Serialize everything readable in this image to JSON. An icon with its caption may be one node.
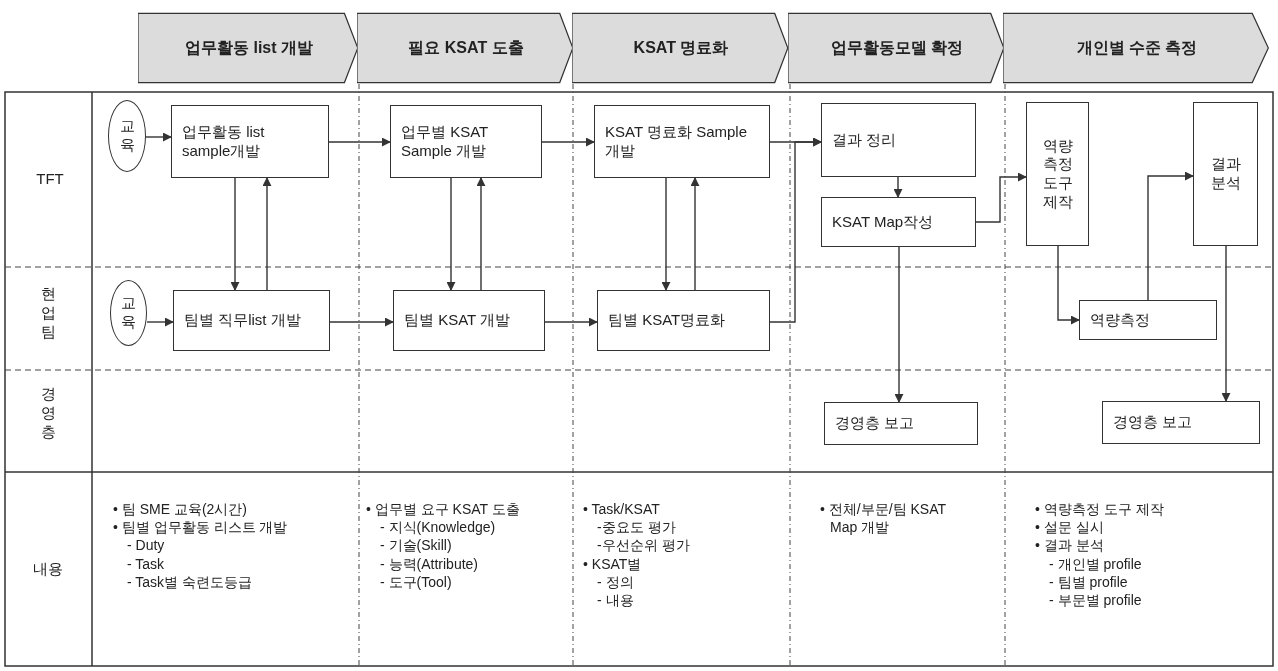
{
  "diagram": {
    "nodes": [
      {
        "text": [
          "업무활동 list 개발"
        ]
      },
      {
        "text": [
          "필요 KSAT 도출"
        ]
      },
      {
        "text": [
          "KSAT 명료화"
        ]
      },
      {
        "text": [
          "업무활동모델 확정"
        ]
      },
      {
        "text": [
          "개인별 수준 측정"
        ]
      },
      {
        "text": [
          "교육"
        ]
      },
      {
        "text": [
          "업무활동 list sample개발"
        ]
      },
      {
        "text": [
          "업무별 KSAT Sample 개발"
        ]
      },
      {
        "text": [
          "KSAT 명료화 Sample 개발"
        ]
      },
      {
        "text": [
          "결과 정리"
        ]
      },
      {
        "text": [
          "KSAT Map작성"
        ]
      },
      {
        "text": [
          "역량 측정 도구 제작"
        ]
      },
      {
        "text": [
          "결과 분석"
        ]
      },
      {
        "text": [
          "교육"
        ]
      },
      {
        "text": [
          "팀별 직무list 개발"
        ]
      },
      {
        "text": [
          "팀별 KSAT 개발"
        ]
      },
      {
        "text": [
          "팀별 KSAT명료화"
        ]
      },
      {
        "text": [
          "역량측정"
        ]
      },
      {
        "text": [
          "경영층 보고"
        ]
      },
      {
        "text": [
          "경영층 보고"
        ]
      }
    ],
    "edges": [
      {
        "from": 5,
        "to": 6,
        "arrow": "to"
      },
      {
        "from": 6,
        "to": 7,
        "arrow": "to"
      },
      {
        "from": 7,
        "to": 8,
        "arrow": "to"
      },
      {
        "from": 8,
        "to": 9,
        "arrow": "to"
      },
      {
        "from": 6,
        "to": 14,
        "arrow": "to"
      },
      {
        "from": 14,
        "to": 6,
        "arrow": "to"
      },
      {
        "from": 7,
        "to": 15,
        "arrow": "to"
      },
      {
        "from": 15,
        "to": 7,
        "arrow": "to"
      },
      {
        "from": 8,
        "to": 16,
        "arrow": "to"
      },
      {
        "from": 16,
        "to": 8,
        "arrow": "to"
      },
      {
        "from": 13,
        "to": 14,
        "arrow": "to"
      },
      {
        "from": 14,
        "to": 15,
        "arrow": "to"
      },
      {
        "from": 15,
        "to": 16,
        "arrow": "to"
      },
      {
        "from": 16,
        "to": 9,
        "arrow": "to"
      },
      {
        "from": 9,
        "to": 10,
        "arrow": "to"
      },
      {
        "from": 10,
        "to": 11,
        "arrow": "to"
      },
      {
        "from": 10,
        "to": 18,
        "arrow": "to"
      },
      {
        "from": 11,
        "to": 17,
        "arrow": "to"
      },
      {
        "from": 17,
        "to": 12,
        "arrow": "to"
      },
      {
        "from": 12,
        "to": 19,
        "arrow": "to"
      }
    ],
    "labels": [
      "TFT",
      "현업팀",
      "경영층",
      "내용",
      "• 팀 SME 교육(2시간)",
      "• 팀별 업무활동 리스트 개발",
      "- Duty",
      "- Task",
      "- Task별 숙련도등급",
      "• 업무별 요구 KSAT 도출",
      "- 지식(Knowledge)",
      "- 기술(Skill)",
      "- 능력(Attribute)",
      "- 도구(Tool)",
      "• Task/KSAT",
      "-중요도 평가",
      "-우선순위 평가",
      "• KSAT별",
      "- 정의",
      "- 내용",
      "• 전체/부문/팀 KSAT Map 개발",
      "• 역량측정 도구 제작",
      "• 설문 실시",
      "• 결과 분석",
      "- 개인별 profile",
      "- 팀별 profile",
      "- 부문별 profile"
    ]
  }
}
